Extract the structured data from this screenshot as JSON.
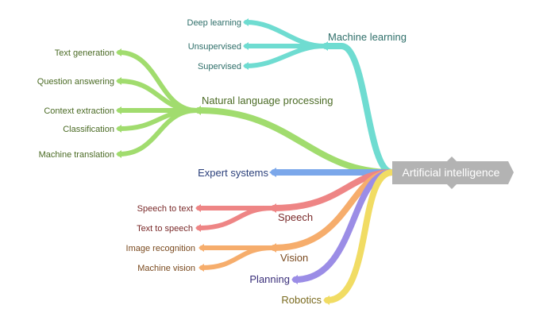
{
  "root": {
    "label": "Artificial intelligence",
    "color": "#b3b3b3"
  },
  "branches": [
    {
      "key": "ml",
      "label": "Machine learning",
      "color": "#6fdcd1",
      "text_color": "#2f6f6a",
      "leaf_color": "#2f6f6a",
      "children": [
        "Deep learning",
        "Unsupervised",
        "Supervised"
      ]
    },
    {
      "key": "nlp",
      "label": "Natural language processing",
      "color": "#a1dc6e",
      "text_color": "#4b6b25",
      "leaf_color": "#4b6b25",
      "children": [
        "Text generation",
        "Question answering",
        "Context extraction",
        "Classification",
        "Machine translation"
      ]
    },
    {
      "key": "expert",
      "label": "Expert systems",
      "color": "#7ba7ea",
      "text_color": "#2a3f7a",
      "children": []
    },
    {
      "key": "speech",
      "label": "Speech",
      "color": "#ee8585",
      "text_color": "#7a2a2a",
      "leaf_color": "#7a2a2a",
      "children": [
        "Speech to text",
        "Text to speech"
      ]
    },
    {
      "key": "vision",
      "label": "Vision",
      "color": "#f6ad6c",
      "text_color": "#7a4a1f",
      "leaf_color": "#7a4a1f",
      "children": [
        "Image recognition",
        "Machine vision"
      ]
    },
    {
      "key": "planning",
      "label": "Planning",
      "color": "#9b8de6",
      "text_color": "#3a2f7a",
      "children": []
    },
    {
      "key": "robotics",
      "label": "Robotics",
      "color": "#f1dc64",
      "text_color": "#7a6a1f",
      "children": []
    }
  ]
}
